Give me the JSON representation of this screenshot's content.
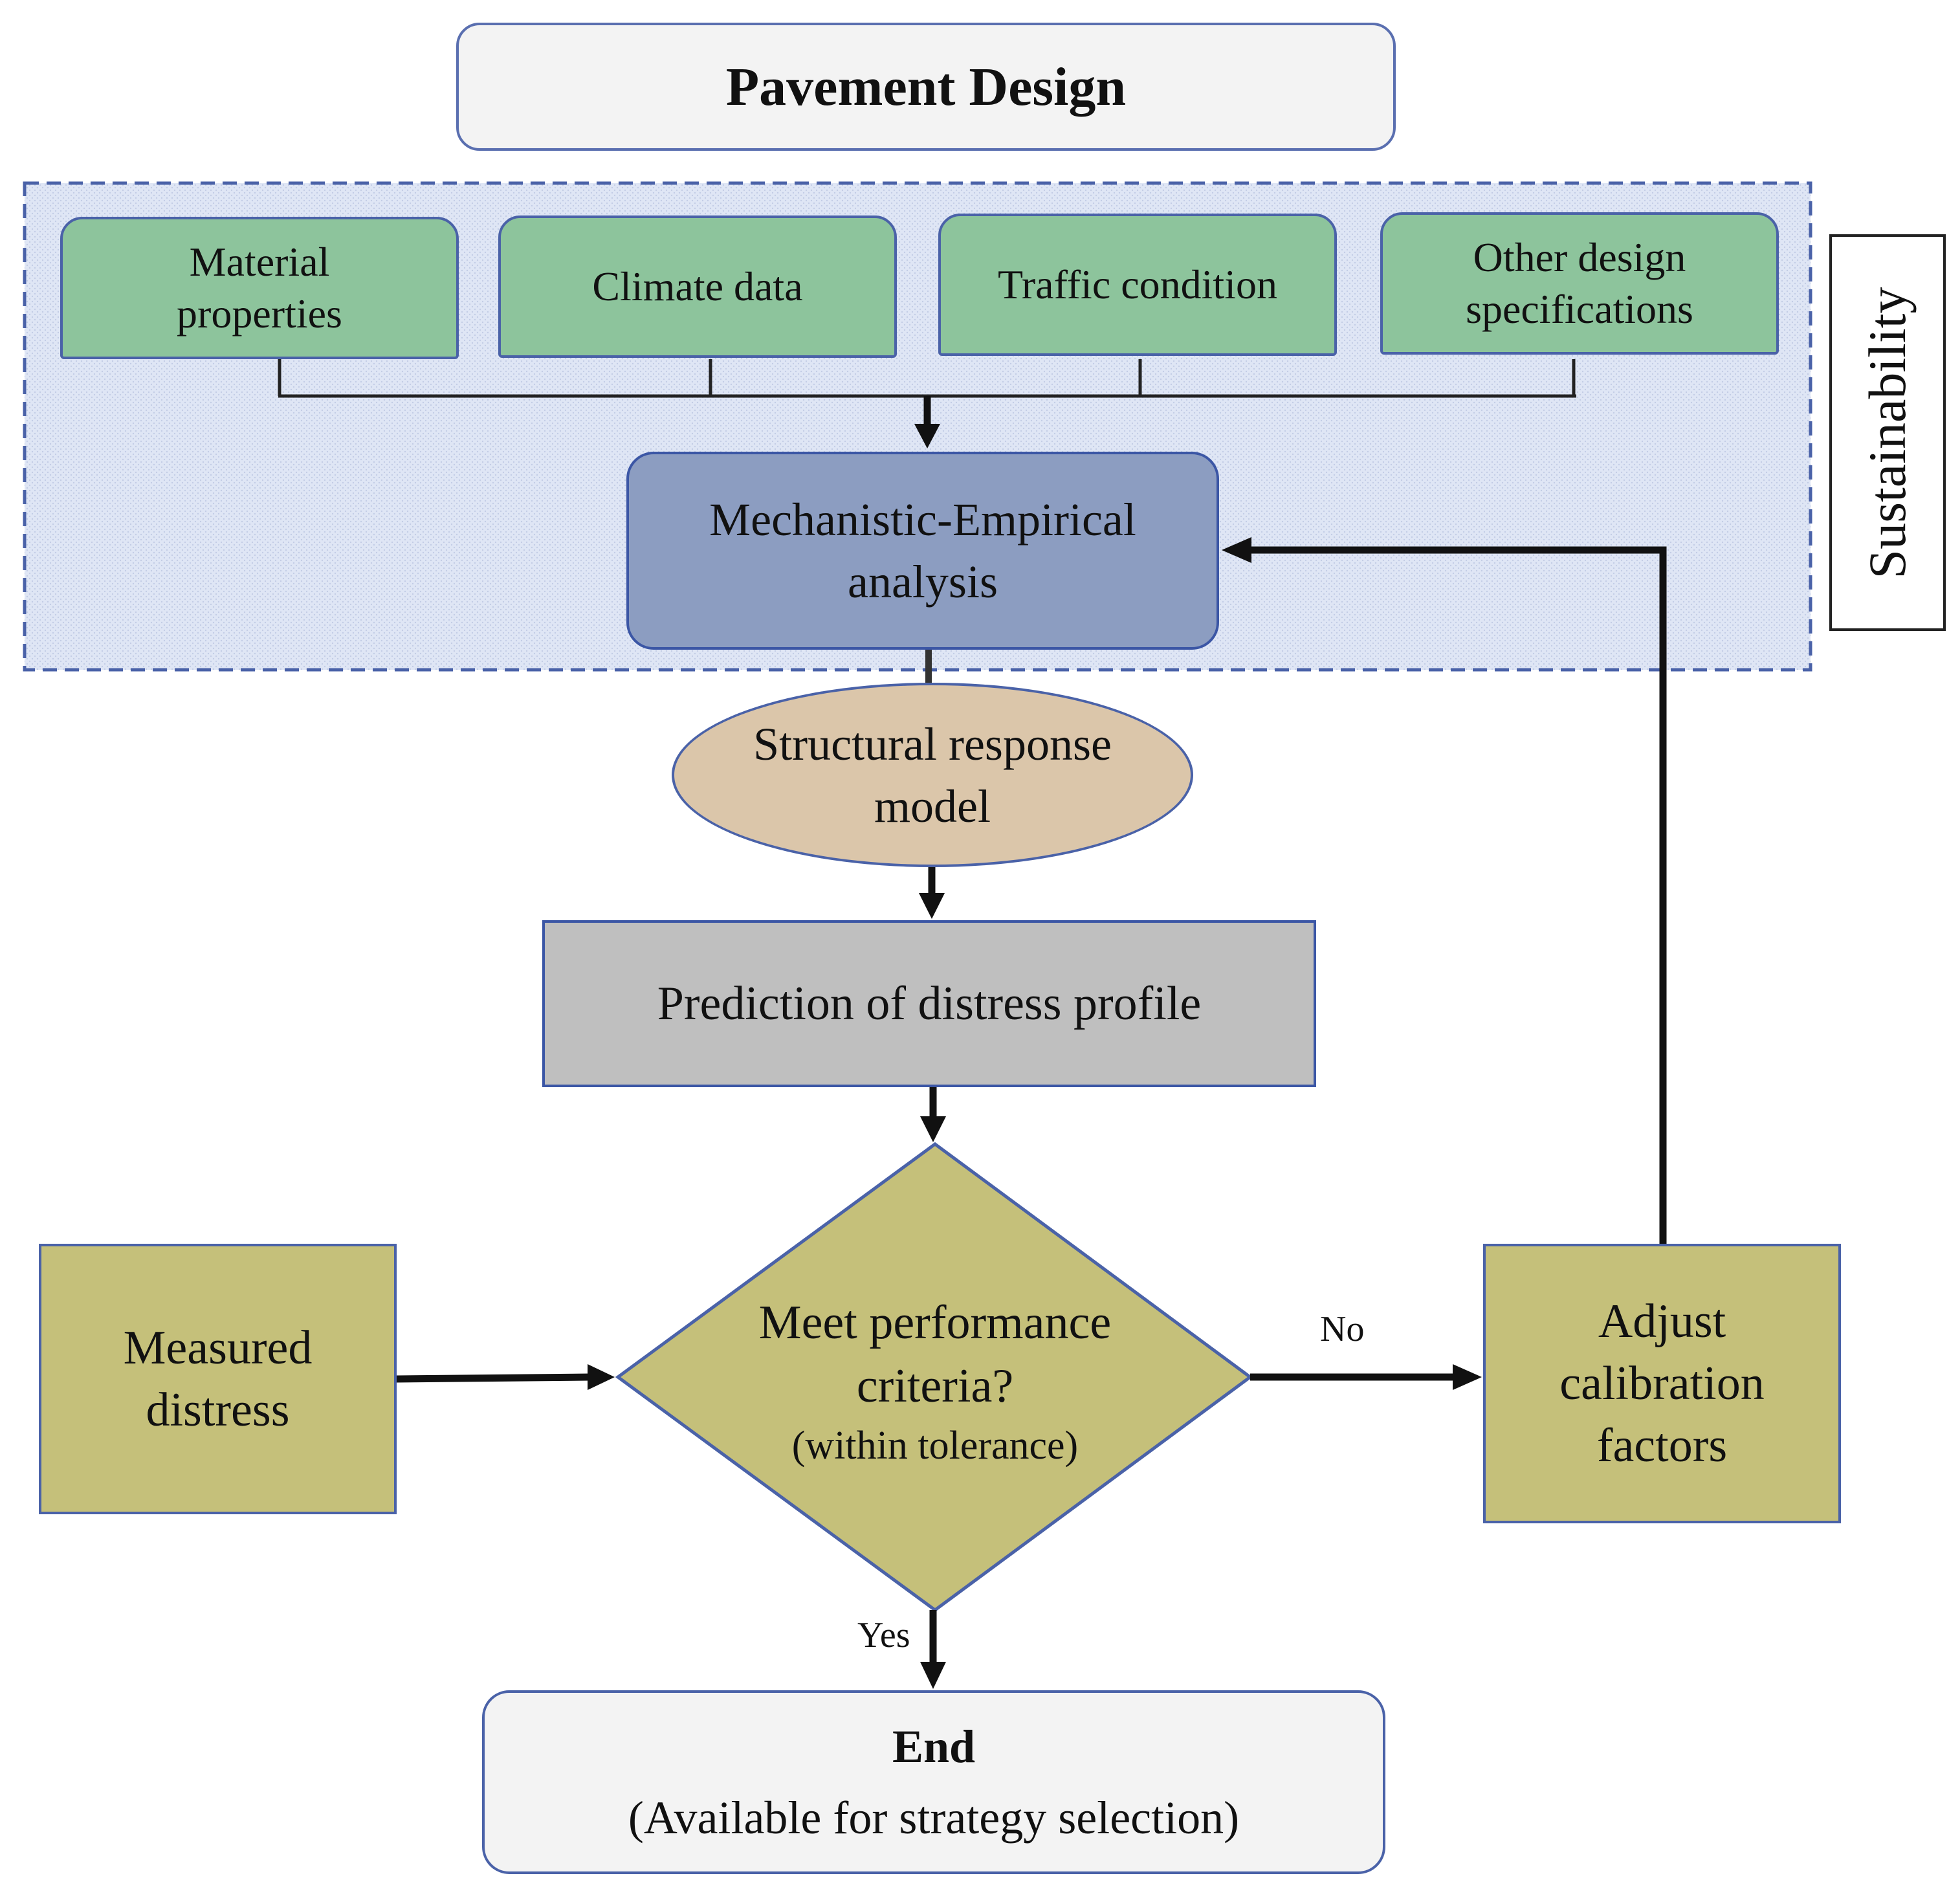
{
  "title": "Pavement Design",
  "inputs": [
    {
      "label": "Material\nproperties"
    },
    {
      "label": "Climate data"
    },
    {
      "label": "Traffic condition"
    },
    {
      "label": "Other design\nspecifications"
    }
  ],
  "side_label": "Sustainability",
  "analysis": "Mechanistic-Empirical\nanalysis",
  "response_model": "Structural response\nmodel",
  "prediction": "Prediction of distress profile",
  "measured": "Measured\ndistress",
  "decision": {
    "main": "Meet performance\ncriteria?",
    "sub": "(within tolerance)"
  },
  "adjust": "Adjust\ncalibration\nfactors",
  "edge_no": "No",
  "edge_yes": "Yes",
  "end": {
    "title": "End",
    "sub": "(Available for strategy selection)"
  },
  "colors": {
    "input_green": "#8dc49c",
    "analysis_blue": "#8c9dc1",
    "ellipse_tan": "#dbc6aa",
    "prediction_gray": "#bfbfbf",
    "olive": "#c5c07a",
    "region_fill": "#dde4f4",
    "outline_blue": "#4a62a8"
  }
}
